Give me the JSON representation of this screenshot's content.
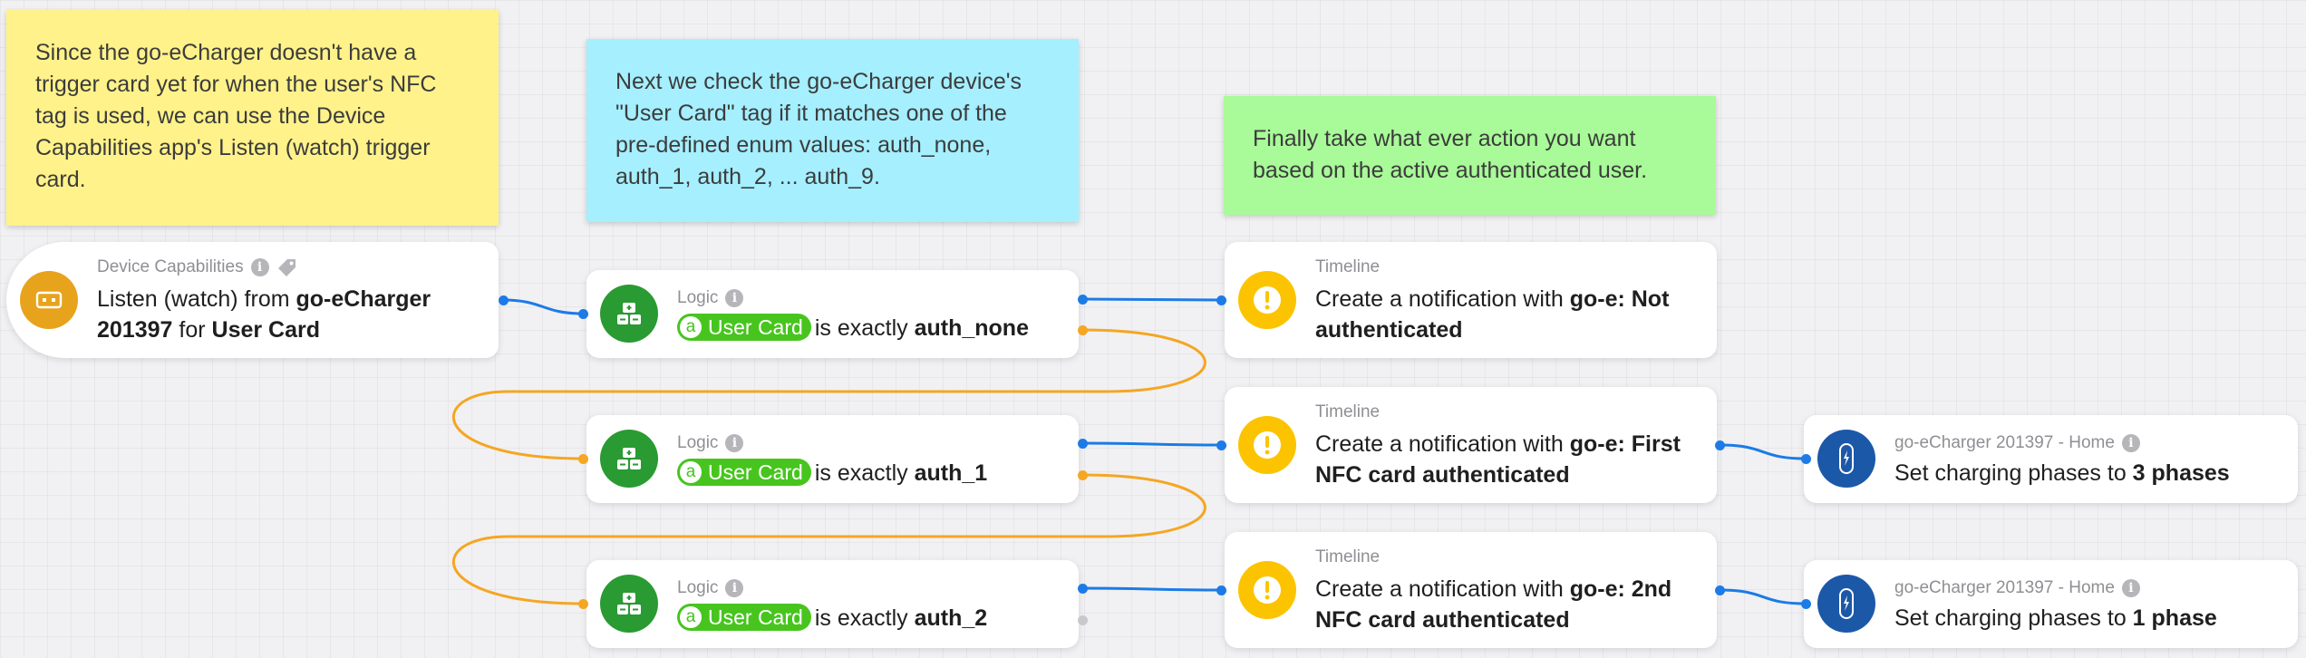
{
  "notes": {
    "trigger": [
      "Since the go-eCharger doesn't have a",
      "trigger card yet for when the user's NFC",
      "tag is used, we can use the Device",
      "Capabilities app's Listen (watch) trigger",
      "card."
    ],
    "check": [
      "Next we check the go-eCharger device's",
      "\"User Card\" tag if it matches one of the",
      "pre-defined enum values: auth_none,",
      "auth_1, auth_2, ... auth_9."
    ],
    "action": [
      "Finally take what ever action you want",
      "based on the active authenticated user."
    ]
  },
  "trigger_card": {
    "app": "Device Capabilities",
    "line1_pre": "Listen (watch) from ",
    "line1_bold": "go-eCharger",
    "line2_bold1": "201397",
    "line2_mid": " for ",
    "line2_bold2": "User Card"
  },
  "logic_cards": [
    {
      "app": "Logic",
      "tag_letter": "a",
      "tag": "User Card",
      "op": "is exactly ",
      "value": "auth_none"
    },
    {
      "app": "Logic",
      "tag_letter": "a",
      "tag": "User Card",
      "op": "is exactly ",
      "value": "auth_1"
    },
    {
      "app": "Logic",
      "tag_letter": "a",
      "tag": "User Card",
      "op": "is exactly ",
      "value": "auth_2"
    }
  ],
  "timeline_cards": [
    {
      "app": "Timeline",
      "line1_pre": "Create a notification with ",
      "line1_bold": "go-e: Not",
      "line2_bold": "authenticated"
    },
    {
      "app": "Timeline",
      "line1_pre": "Create a notification with ",
      "line1_bold": "go-e: First",
      "line2_bold": "NFC card authenticated"
    },
    {
      "app": "Timeline",
      "line1_pre": "Create a notification with ",
      "line1_bold": "go-e: 2nd",
      "line2_bold": "NFC card authenticated"
    }
  ],
  "charger_cards": [
    {
      "app": "go-eCharger 201397 - Home",
      "pre": "Set charging phases to ",
      "bold": "3 phases"
    },
    {
      "app": "go-eCharger 201397 - Home",
      "pre": "Set charging phases to ",
      "bold": "1 phase"
    }
  ],
  "info_glyph": "i",
  "icons": {
    "trigger": "device-capabilities-icon",
    "logic": "logic-icon",
    "timeline": "exclamation-icon",
    "charger": "charger-icon",
    "tag": "tag-icon",
    "info": "info-icon"
  },
  "colors": {
    "note_yellow": "#fff28a",
    "note_cyan": "#a5efff",
    "note_green": "#a8fb98",
    "then_wire": "#1c7be6",
    "else_wire": "#f5a623",
    "trigger_icon": "#e8a31c",
    "logic_icon": "#2a9a33",
    "timeline_icon": "#fcc400",
    "charger_icon": "#1c58a8",
    "tag_pill": "#47c51e"
  }
}
